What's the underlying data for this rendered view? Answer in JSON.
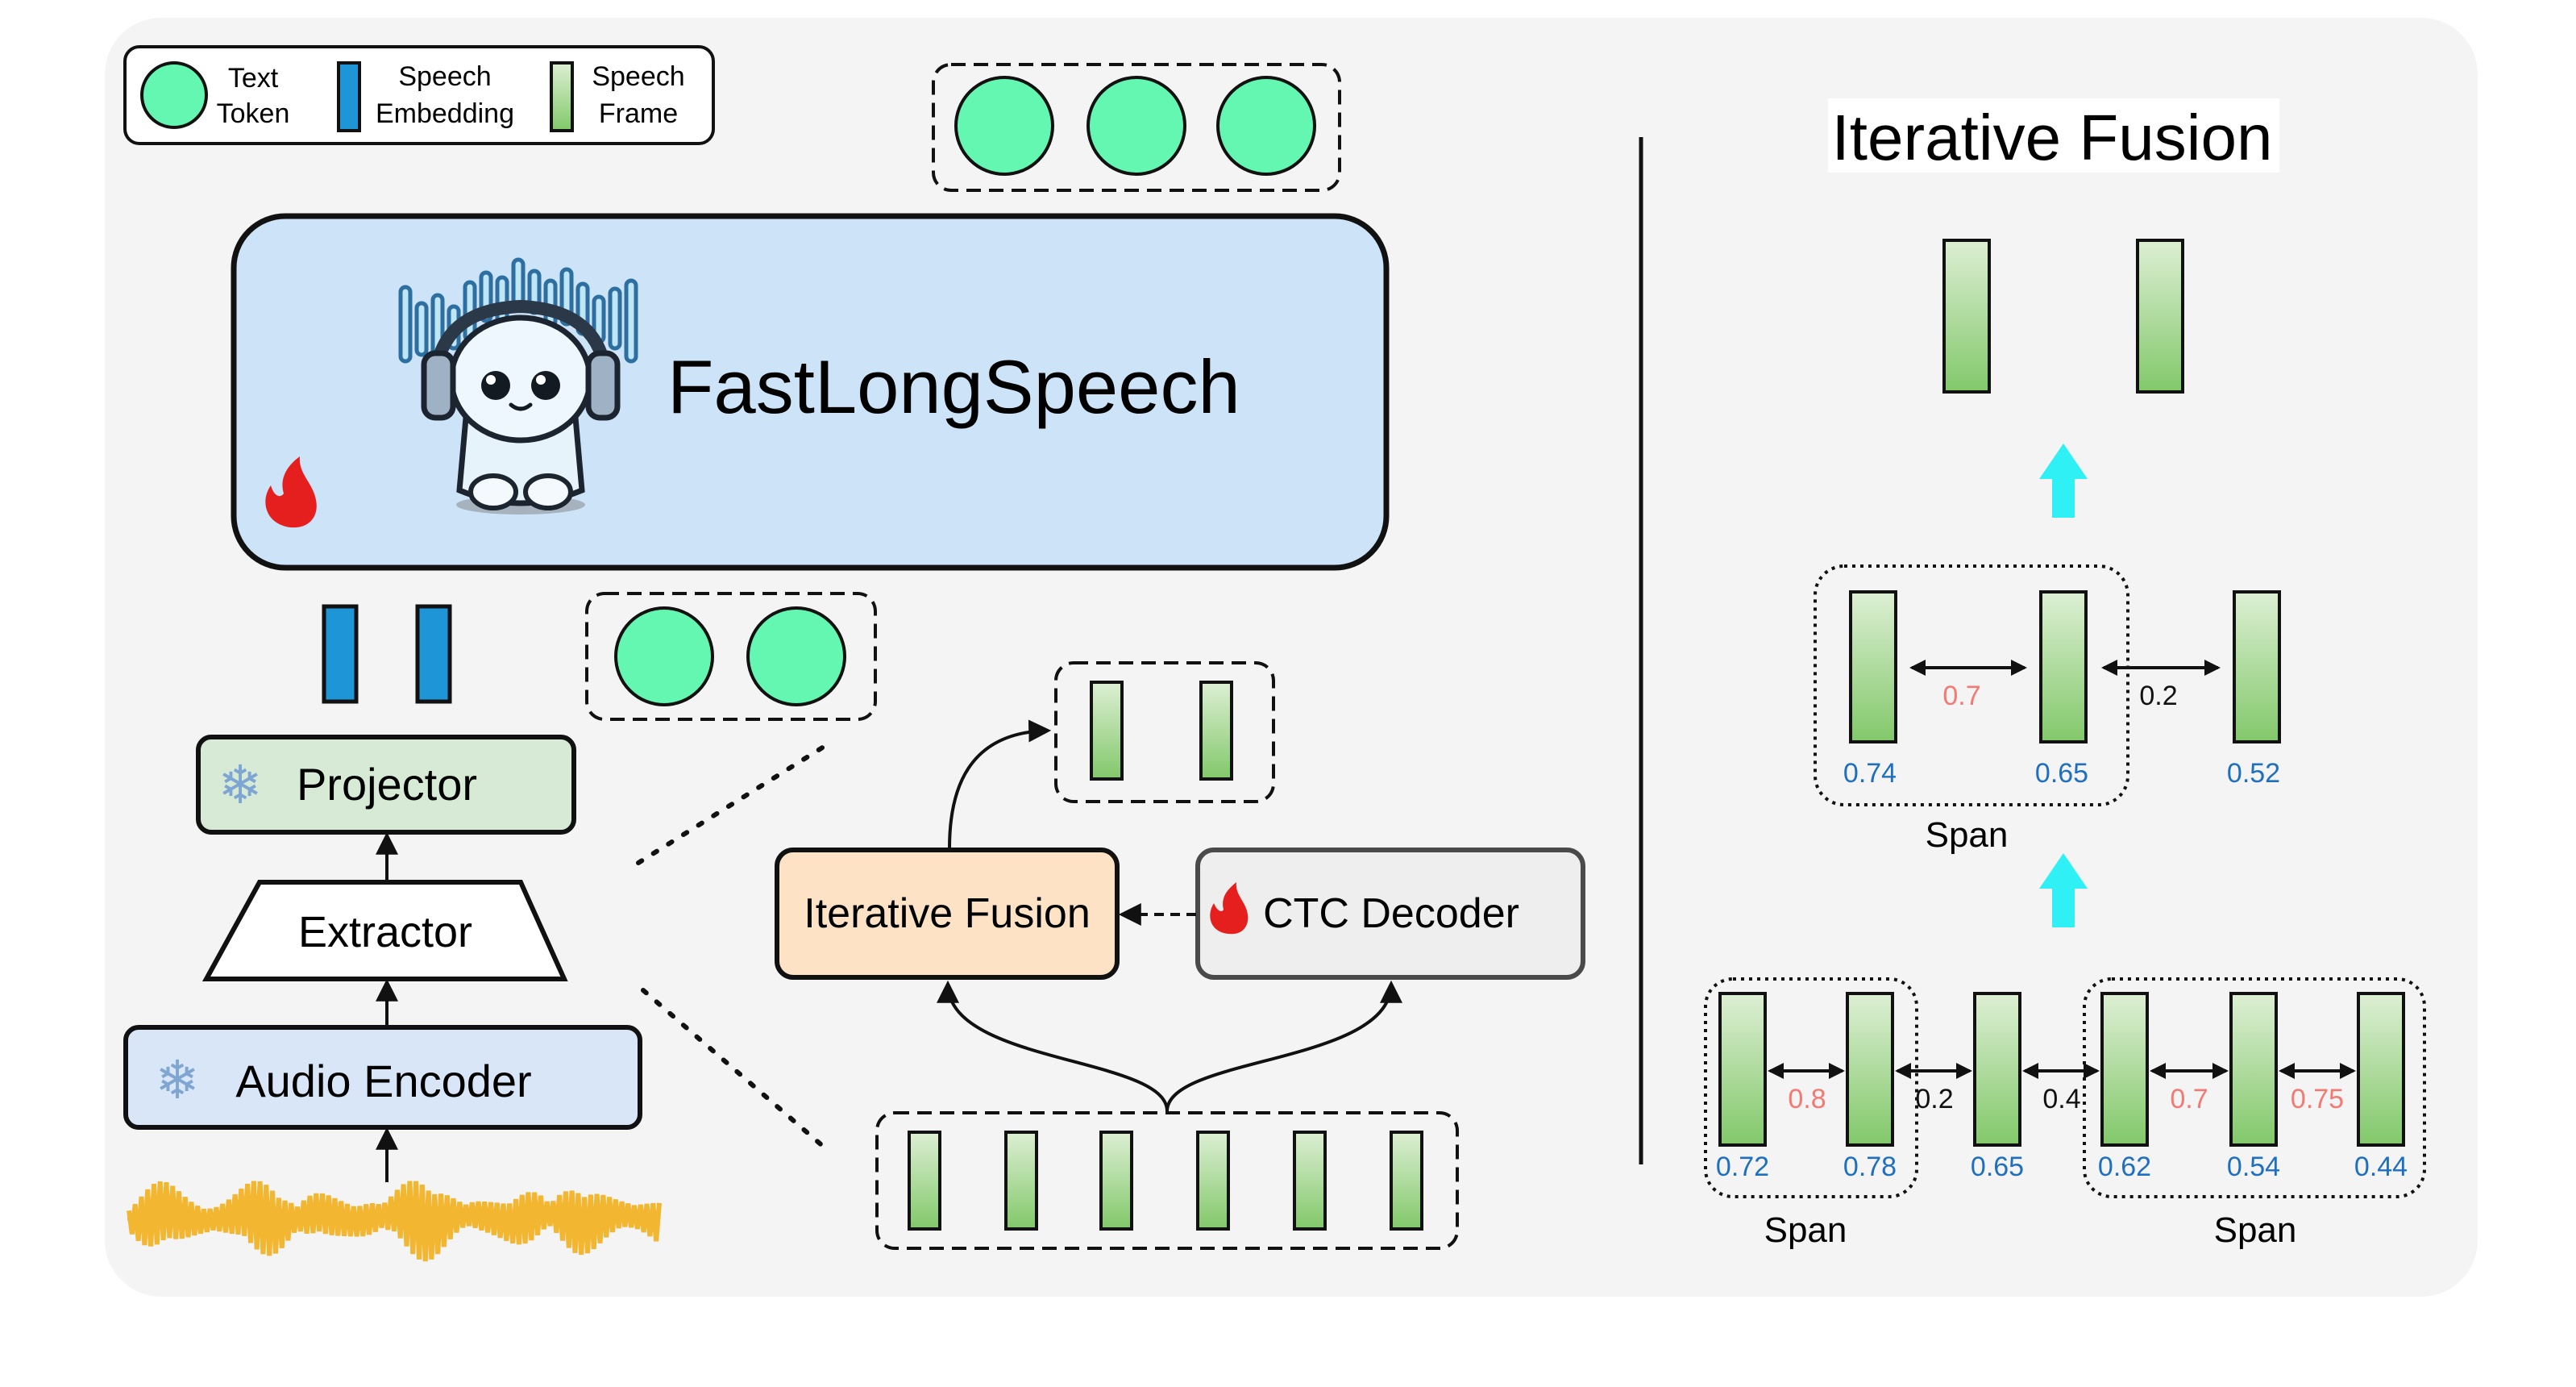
{
  "legend": {
    "text_token": [
      "Text",
      "Token"
    ],
    "speech_embedding": [
      "Speech",
      "Embedding"
    ],
    "speech_frame": [
      "Speech",
      "Frame"
    ]
  },
  "llm": {
    "name": "FastLongSpeech"
  },
  "blocks": {
    "projector": "Projector",
    "extractor": "Extractor",
    "audio_encoder": "Audio Encoder",
    "iterative_fusion": "Iterative Fusion",
    "ctc_decoder": "CTC Decoder"
  },
  "right_panel": {
    "title": "Iterative Fusion",
    "span_label": "Span",
    "bottom_row": {
      "confidences": [
        "0.72",
        "0.78",
        "0.65",
        "0.62",
        "0.54",
        "0.44"
      ],
      "similarities": [
        "0.8",
        "0.2",
        "0.4",
        "0.7",
        "0.75"
      ]
    },
    "middle_row": {
      "confidences": [
        "0.74",
        "0.65",
        "0.52"
      ],
      "similarities": [
        "0.7",
        "0.2"
      ]
    }
  },
  "colors": {
    "panel_bg": "#f4f4f4",
    "text_token": "#64f7b2",
    "speech_embedding": "#1e95d6",
    "frame_top": "#ddefd4",
    "frame_bottom": "#82c86a",
    "llm_box": "#cce3f8",
    "projector_box": "#d6ead6",
    "audio_encoder_box": "#d8e6f7",
    "fusion_box": "#fde2c6",
    "ctc_box": "#eeeeee",
    "wave": "#f2b630",
    "cyan_arrow": "#2ff0f5",
    "similarity_high": "#f27a72",
    "confidence": "#1f6fc0"
  }
}
